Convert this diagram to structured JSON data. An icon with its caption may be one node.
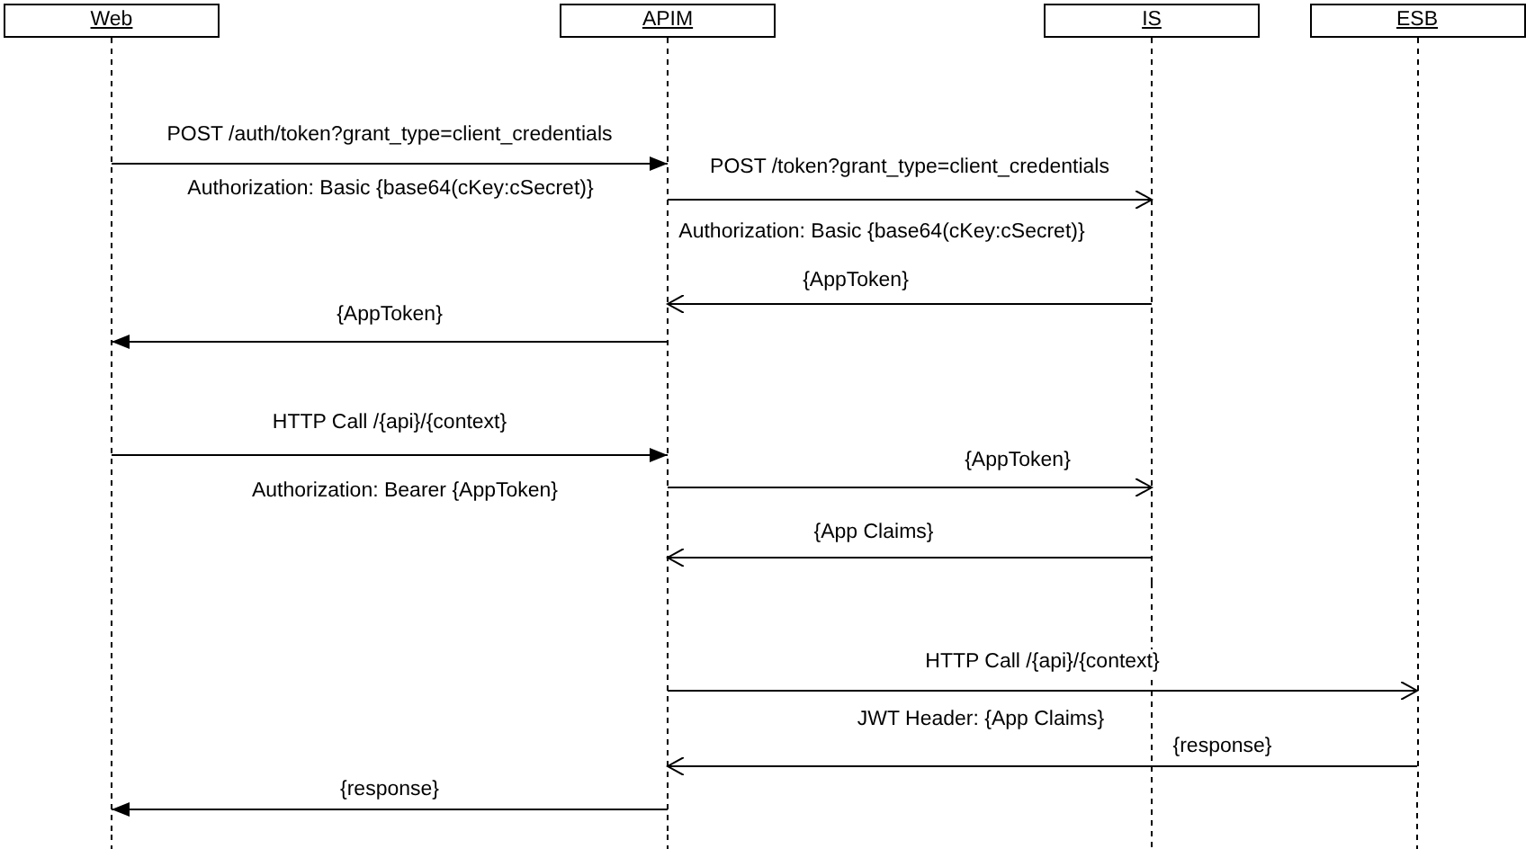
{
  "diagram": {
    "nodes": [
      {
        "text": [
          "Web"
        ]
      },
      {
        "text": [
          "APIM"
        ]
      },
      {
        "text": [
          "IS"
        ]
      },
      {
        "text": [
          "ESB"
        ]
      }
    ],
    "edges": [
      {
        "from": 0,
        "to": 1,
        "arrow": "to",
        "label": "POST /auth/token?grant_type=client_credentials"
      },
      {
        "from": 1,
        "to": 2,
        "arrow": "to",
        "label": "POST /token?grant_type=client_credentials"
      },
      {
        "from": 2,
        "to": 1,
        "arrow": "to",
        "label": "{AppToken}"
      },
      {
        "from": 1,
        "to": 0,
        "arrow": "to",
        "label": "{AppToken}"
      },
      {
        "from": 0,
        "to": 1,
        "arrow": "to",
        "label": "HTTP Call /{api}/{context}"
      },
      {
        "from": 1,
        "to": 2,
        "arrow": "to",
        "label": "{AppToken}"
      },
      {
        "from": 2,
        "to": 1,
        "arrow": "to",
        "label": "{App Claims}"
      },
      {
        "from": 1,
        "to": 3,
        "arrow": "to",
        "label": "HTTP Call /{api}/{context}"
      },
      {
        "from": 3,
        "to": 1,
        "arrow": "to",
        "label": "{response}"
      },
      {
        "from": 1,
        "to": 0,
        "arrow": "to",
        "label": "{response}"
      }
    ],
    "labels": [
      "Authorization: Basic {base64(cKey:cSecret)}",
      "Authorization: Basic {base64(cKey:cSecret)}",
      "Authorization: Bearer {AppToken}",
      "JWT Header: {App Claims}"
    ]
  }
}
